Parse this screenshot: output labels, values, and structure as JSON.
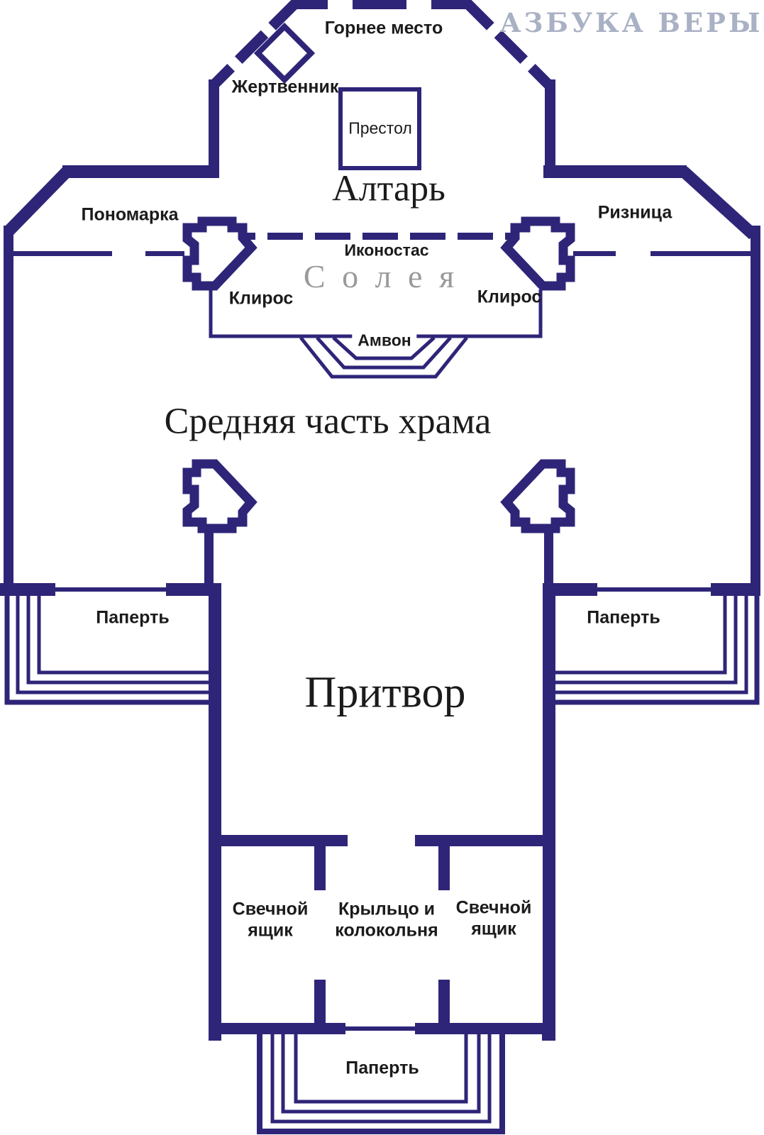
{
  "colors": {
    "wall": "#2e2578",
    "text": "#1b1b1b",
    "solea": "#9a9a9a",
    "watermark": "#a9b1c4",
    "background": "#ffffff"
  },
  "watermark": "АЗБУКА ВЕРЫ",
  "labels": {
    "gornee_mesto": "Горнее место",
    "zhertvennik": "Жертвенник",
    "prestol": "Престол",
    "altar": "Алтарь",
    "ponomarka": "Пономарка",
    "riznitsa": "Ризница",
    "ikonostas": "Иконостас",
    "soleya": "С о л е я",
    "kliros_left": "Клирос",
    "kliros_right": "Клирос",
    "amvon": "Амвон",
    "srednyaya_chast": "Средняя часть храма",
    "papert_left": "Паперть",
    "papert_right": "Паперть",
    "pritvor": "Притвор",
    "svechnoy_left": "Свечной\nящик",
    "kryltso": "Крыльцо и\nколокольня",
    "svechnoy_right": "Свечной\nящик",
    "papert_bottom": "Паперть"
  }
}
